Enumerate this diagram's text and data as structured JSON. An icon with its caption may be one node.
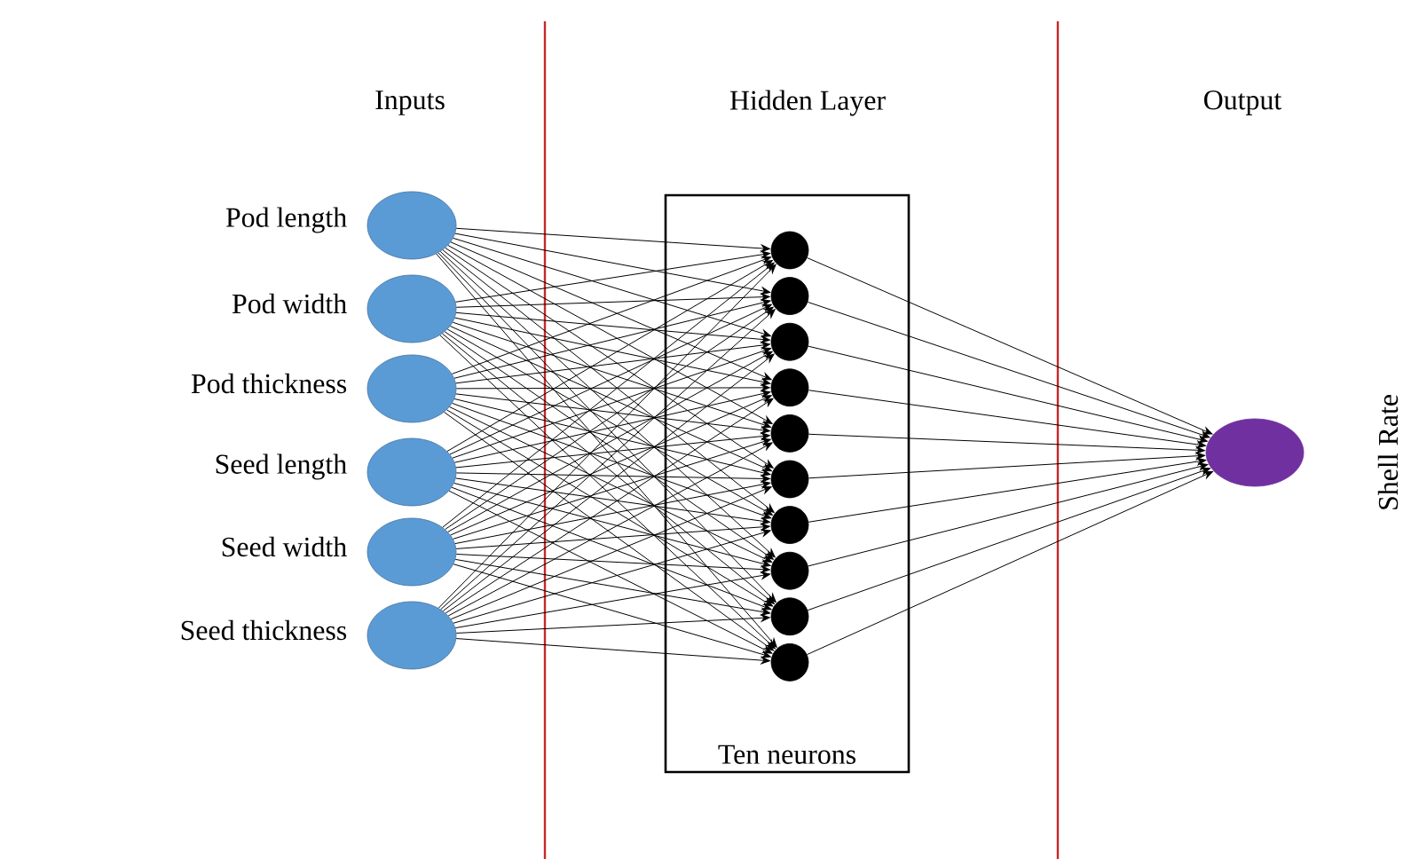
{
  "diagram": {
    "nodes": [
      {
        "text": [],
        "shape": "circle",
        "beside": [
          "Pod length"
        ]
      },
      {
        "text": [],
        "shape": "circle",
        "beside": [
          "Pod width"
        ]
      },
      {
        "text": [],
        "shape": "circle",
        "beside": [
          "Pod thickness"
        ]
      },
      {
        "text": [],
        "shape": "circle",
        "beside": [
          "Seed length"
        ]
      },
      {
        "text": [],
        "shape": "circle",
        "beside": [
          "Seed width"
        ]
      },
      {
        "text": [],
        "shape": "circle",
        "beside": [
          "Seed thickness"
        ]
      },
      {
        "text": [
          "Ten neurons"
        ]
      },
      {
        "text": [],
        "shape": "circle",
        "in": 6
      },
      {
        "text": [],
        "shape": "circle",
        "in": 6
      },
      {
        "text": [],
        "shape": "circle",
        "in": 6
      },
      {
        "text": [],
        "shape": "circle",
        "in": 6
      },
      {
        "text": [],
        "shape": "circle",
        "in": 6
      },
      {
        "text": [],
        "shape": "circle",
        "in": 6
      },
      {
        "text": [],
        "shape": "circle",
        "in": 6
      },
      {
        "text": [],
        "shape": "circle",
        "in": 6
      },
      {
        "text": [],
        "shape": "circle",
        "in": 6
      },
      {
        "text": [],
        "shape": "circle",
        "in": 6
      },
      {
        "text": [],
        "shape": "circle",
        "beside": [
          "Shell Rate"
        ]
      }
    ],
    "edges": [
      {
        "from": 0,
        "to": 7,
        "arrow": "to"
      },
      {
        "from": 0,
        "to": 8,
        "arrow": "to"
      },
      {
        "from": 0,
        "to": 9,
        "arrow": "to"
      },
      {
        "from": 0,
        "to": 10,
        "arrow": "to"
      },
      {
        "from": 0,
        "to": 11,
        "arrow": "to"
      },
      {
        "from": 0,
        "to": 12,
        "arrow": "to"
      },
      {
        "from": 0,
        "to": 13,
        "arrow": "to"
      },
      {
        "from": 0,
        "to": 14,
        "arrow": "to"
      },
      {
        "from": 0,
        "to": 15,
        "arrow": "to"
      },
      {
        "from": 0,
        "to": 16,
        "arrow": "to"
      },
      {
        "from": 1,
        "to": 7,
        "arrow": "to"
      },
      {
        "from": 1,
        "to": 8,
        "arrow": "to"
      },
      {
        "from": 1,
        "to": 9,
        "arrow": "to"
      },
      {
        "from": 1,
        "to": 10,
        "arrow": "to"
      },
      {
        "from": 1,
        "to": 11,
        "arrow": "to"
      },
      {
        "from": 1,
        "to": 12,
        "arrow": "to"
      },
      {
        "from": 1,
        "to": 13,
        "arrow": "to"
      },
      {
        "from": 1,
        "to": 14,
        "arrow": "to"
      },
      {
        "from": 1,
        "to": 15,
        "arrow": "to"
      },
      {
        "from": 1,
        "to": 16,
        "arrow": "to"
      },
      {
        "from": 2,
        "to": 7,
        "arrow": "to"
      },
      {
        "from": 2,
        "to": 8,
        "arrow": "to"
      },
      {
        "from": 2,
        "to": 9,
        "arrow": "to"
      },
      {
        "from": 2,
        "to": 10,
        "arrow": "to"
      },
      {
        "from": 2,
        "to": 11,
        "arrow": "to"
      },
      {
        "from": 2,
        "to": 12,
        "arrow": "to"
      },
      {
        "from": 2,
        "to": 13,
        "arrow": "to"
      },
      {
        "from": 2,
        "to": 14,
        "arrow": "to"
      },
      {
        "from": 2,
        "to": 15,
        "arrow": "to"
      },
      {
        "from": 2,
        "to": 16,
        "arrow": "to"
      },
      {
        "from": 3,
        "to": 7,
        "arrow": "to"
      },
      {
        "from": 3,
        "to": 8,
        "arrow": "to"
      },
      {
        "from": 3,
        "to": 9,
        "arrow": "to"
      },
      {
        "from": 3,
        "to": 10,
        "arrow": "to"
      },
      {
        "from": 3,
        "to": 11,
        "arrow": "to"
      },
      {
        "from": 3,
        "to": 12,
        "arrow": "to"
      },
      {
        "from": 3,
        "to": 13,
        "arrow": "to"
      },
      {
        "from": 3,
        "to": 14,
        "arrow": "to"
      },
      {
        "from": 3,
        "to": 15,
        "arrow": "to"
      },
      {
        "from": 3,
        "to": 16,
        "arrow": "to"
      },
      {
        "from": 4,
        "to": 7,
        "arrow": "to"
      },
      {
        "from": 4,
        "to": 8,
        "arrow": "to"
      },
      {
        "from": 4,
        "to": 9,
        "arrow": "to"
      },
      {
        "from": 4,
        "to": 10,
        "arrow": "to"
      },
      {
        "from": 4,
        "to": 11,
        "arrow": "to"
      },
      {
        "from": 4,
        "to": 12,
        "arrow": "to"
      },
      {
        "from": 4,
        "to": 13,
        "arrow": "to"
      },
      {
        "from": 4,
        "to": 14,
        "arrow": "to"
      },
      {
        "from": 4,
        "to": 15,
        "arrow": "to"
      },
      {
        "from": 4,
        "to": 16,
        "arrow": "to"
      },
      {
        "from": 5,
        "to": 7,
        "arrow": "to"
      },
      {
        "from": 5,
        "to": 8,
        "arrow": "to"
      },
      {
        "from": 5,
        "to": 9,
        "arrow": "to"
      },
      {
        "from": 5,
        "to": 10,
        "arrow": "to"
      },
      {
        "from": 5,
        "to": 11,
        "arrow": "to"
      },
      {
        "from": 5,
        "to": 12,
        "arrow": "to"
      },
      {
        "from": 5,
        "to": 13,
        "arrow": "to"
      },
      {
        "from": 5,
        "to": 14,
        "arrow": "to"
      },
      {
        "from": 5,
        "to": 15,
        "arrow": "to"
      },
      {
        "from": 5,
        "to": 16,
        "arrow": "to"
      },
      {
        "from": 7,
        "to": 17,
        "arrow": "to"
      },
      {
        "from": 8,
        "to": 17,
        "arrow": "to"
      },
      {
        "from": 9,
        "to": 17,
        "arrow": "to"
      },
      {
        "from": 10,
        "to": 17,
        "arrow": "to"
      },
      {
        "from": 11,
        "to": 17,
        "arrow": "to"
      },
      {
        "from": 12,
        "to": 17,
        "arrow": "to"
      },
      {
        "from": 13,
        "to": 17,
        "arrow": "to"
      },
      {
        "from": 14,
        "to": 17,
        "arrow": "to"
      },
      {
        "from": 15,
        "to": 17,
        "arrow": "to"
      },
      {
        "from": 16,
        "to": 17,
        "arrow": "to"
      }
    ],
    "labels": [
      "Inputs",
      "Hidden Layer",
      "Output"
    ]
  }
}
